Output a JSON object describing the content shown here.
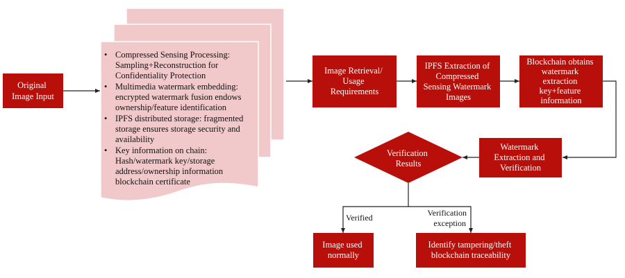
{
  "colors": {
    "box_fill": "#b80f0a",
    "box_text": "#ffffff",
    "document_fill": "#f2c9cb",
    "connector": "#222222"
  },
  "nodes": {
    "original_input": {
      "lines": [
        "Original",
        "Image Input"
      ]
    },
    "process_document": {
      "bullets": [
        {
          "lines": [
            "Compressed Sensing Processing:",
            "Sampling+Reconstruction for",
            "Confidentiality Protection"
          ]
        },
        {
          "lines": [
            "Multimedia watermark embedding:",
            "encrypted watermark fusion endows",
            "ownership/feature identification"
          ]
        },
        {
          "lines": [
            "IPFS distributed storage: fragmented",
            "storage ensures storage security and",
            "availability"
          ]
        },
        {
          "lines": [
            "Key information on chain:",
            "Hash/watermark key/storage",
            "address/ownership information",
            "blockchain certificate"
          ]
        }
      ]
    },
    "retrieval": {
      "lines": [
        "Image Retrieval/",
        "Usage",
        "Requirements"
      ]
    },
    "ipfs_extraction": {
      "lines": [
        "IPFS Extraction of",
        "Compressed",
        "Sensing Watermark",
        "Images"
      ]
    },
    "blockchain": {
      "lines": [
        "Blockchain obtains",
        "watermark",
        "extraction",
        "key+feature",
        "information"
      ]
    },
    "watermark_verification": {
      "lines": [
        "Watermark",
        "Extraction and",
        "Verification"
      ]
    },
    "decision": {
      "lines": [
        "Verification",
        "Results"
      ]
    },
    "normal_use": {
      "lines": [
        "Image used",
        "normally"
      ]
    },
    "traceability": {
      "lines": [
        "Identify tampering/theft",
        "blockchain traceability"
      ]
    }
  },
  "edge_labels": {
    "verified": "Verified",
    "exception": [
      "Verification",
      "exception"
    ]
  },
  "bullet_symbol": "•"
}
